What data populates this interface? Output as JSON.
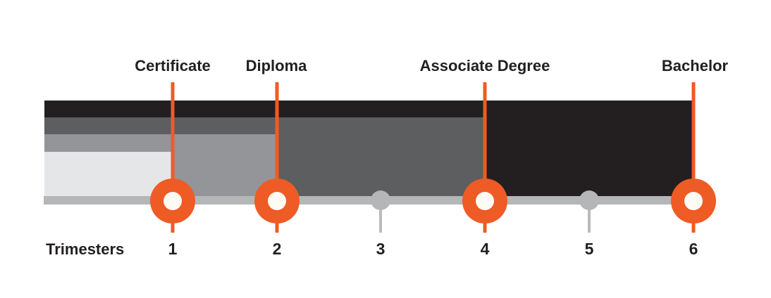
{
  "chart_data": {
    "type": "bar",
    "title": "",
    "description": "Nested horizontal bars on a shared trimester timeline showing the length of each academic credential; orange ring markers flag the trimester at which each credential is completed, plain gray dots mark intermediate trimesters 3 and 5.",
    "categories": [
      "Certificate",
      "Diploma",
      "Associate Degree",
      "Bachelor"
    ],
    "values": [
      1,
      2,
      4,
      6
    ],
    "value_unit": "trimesters",
    "xlabel": "Trimesters",
    "x_ticks": [
      "1",
      "2",
      "3",
      "4",
      "5",
      "6"
    ],
    "xlim": [
      0,
      6
    ],
    "grid": false,
    "legend_position": "none",
    "bar_colors": [
      "#e5e6e8",
      "#939598",
      "#5d5e60",
      "#231f20"
    ],
    "milestone_marker_trimesters": [
      1,
      2,
      4,
      6
    ],
    "minor_tick_trimesters": [
      3,
      5
    ]
  },
  "milestones": [
    {
      "label": "Certificate",
      "trimester": "1"
    },
    {
      "label": "Diploma",
      "trimester": "2"
    },
    {
      "label": "Associate Degree",
      "trimester": "4"
    },
    {
      "label": "Bachelor",
      "trimester": "6"
    }
  ],
  "axis": {
    "label": "Trimesters",
    "ticks": [
      "1",
      "2",
      "3",
      "4",
      "5",
      "6"
    ]
  },
  "colors": {
    "accent_orange": "#ef5b25",
    "bar_bachelor_black": "#231f20",
    "bar_associate_dark_gray": "#5d5e60",
    "bar_diploma_medium_gray": "#939598",
    "bar_certificate_light_gray": "#e5e6e8",
    "timeline_gray": "#b4b6b8",
    "marker_hole_white": "#fdfbf4",
    "text": "#231f20",
    "background": "#ffffff"
  }
}
